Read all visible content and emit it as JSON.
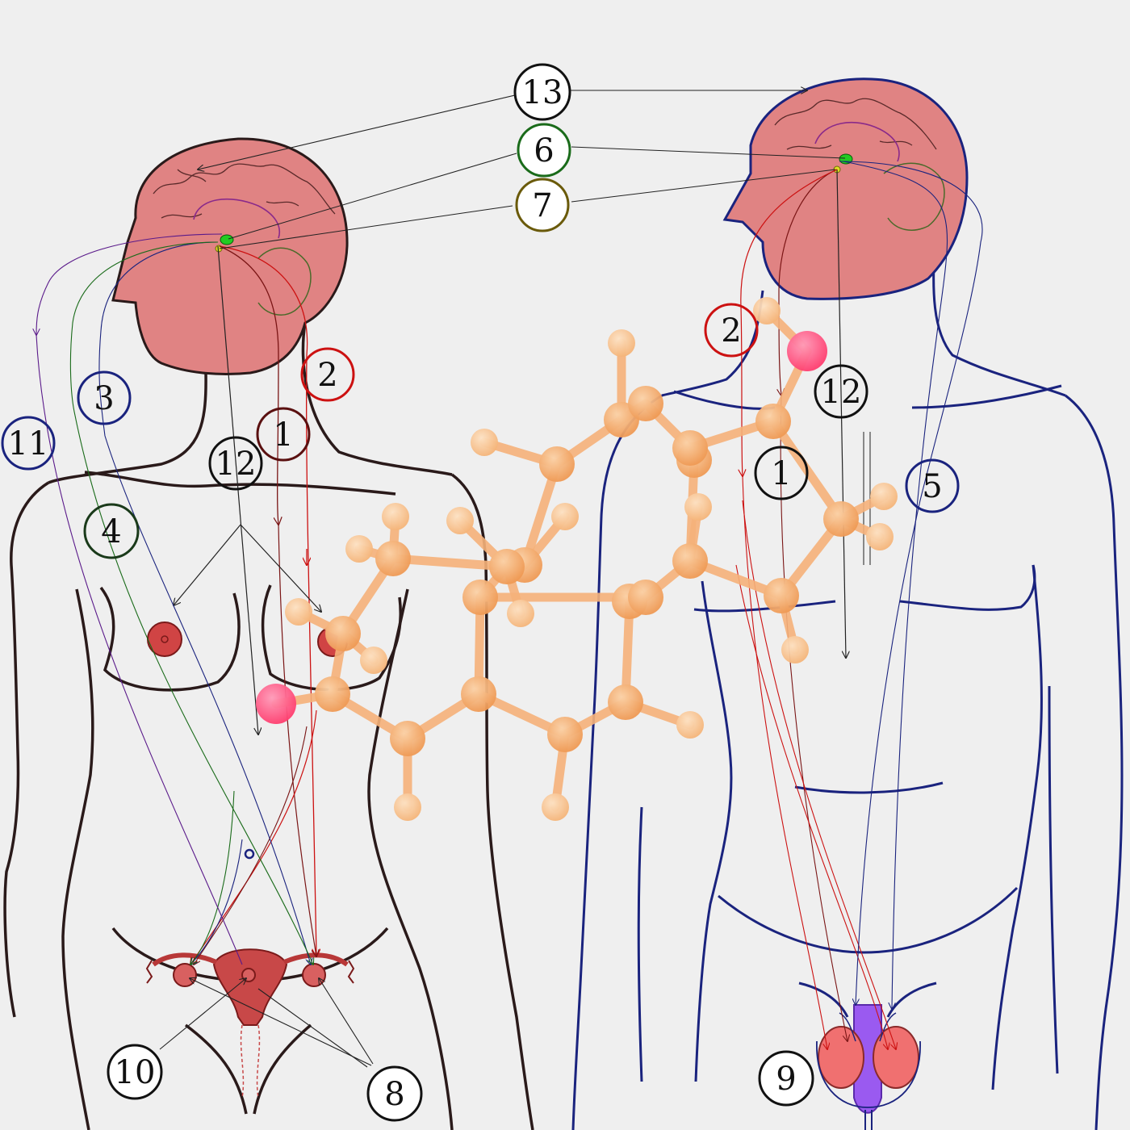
{
  "labels": {
    "l13": "13",
    "l6": "6",
    "l7": "7",
    "l2a": "2",
    "l1a": "1",
    "l12a": "12",
    "l3": "3",
    "l11": "11",
    "l4": "4",
    "l10": "10",
    "l8": "8",
    "l2b": "2",
    "l12b": "12",
    "l1b": "1",
    "l5": "5",
    "l9": "9"
  },
  "colors": {
    "background": "#efefef",
    "brain": "#e08383",
    "female_outline": "#2a1a1a",
    "male_outline": "#1a237e",
    "red_path": "#cc1111",
    "dark_red_path": "#7a1515",
    "blue_path": "#1a237e",
    "green_path": "#1a6b1a",
    "purple_path": "#5a1a8a",
    "molecule_carbon": "#f4a668",
    "molecule_hydrogen": "#f8c48e",
    "molecule_oxygen": "#ff4f7e",
    "hypothalamus": "#22cc22",
    "pituitary": "#dddd22"
  }
}
